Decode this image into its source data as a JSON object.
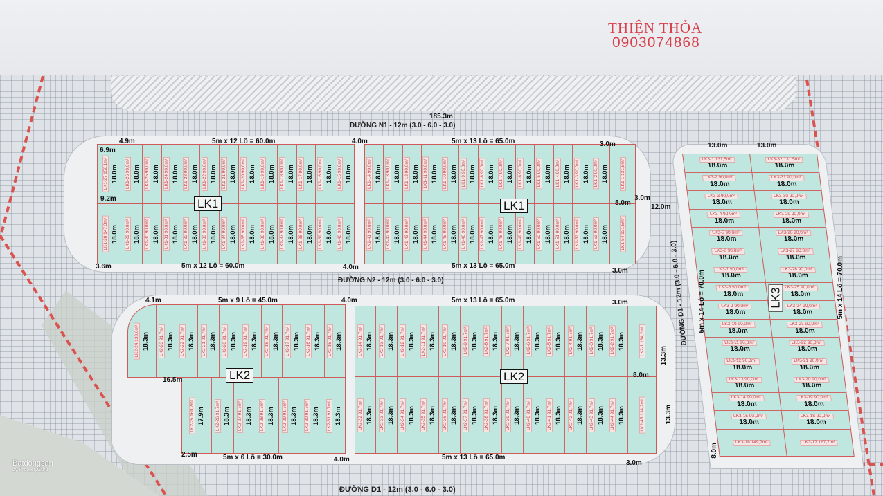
{
  "header": {
    "name": "THIỆN THỎA",
    "phone": "0903074868"
  },
  "roads": {
    "n1": "ĐƯỜNG N1 - 12m (3.0 - 6.0 - 3.0)",
    "n2": "ĐƯỜNG N2 - 12m (3.0 - 6.0 - 3.0)",
    "d1_bottom": "ĐƯỜNG D1 - 12m (3.0 - 6.0 - 3.0)",
    "d1_side": "ĐƯỜNG D1 - 12m (3.0 - 6.0 - 3.0)",
    "top_length": "185.3m"
  },
  "blocks": {
    "lk1": "LK1",
    "lk2": "LK2",
    "lk3": "LK3"
  },
  "dims": {
    "lk1_top_left": "5m x 12 Lô = 60.0m",
    "lk1_top_right": "5m x 13 Lô = 65.0m",
    "lk1_bottom_left": "5m x 12 Lô = 60.0m",
    "lk1_bottom_right": "5m x 13 Lô = 65.0m",
    "lk1_gap_top": "4.0m",
    "lk1_gap_bottom": "4.0m",
    "lk1_4_9": "4.9m",
    "lk1_6_9": "6.9m",
    "lk1_9_2": "9.2m",
    "lk1_3_6": "3.6m",
    "lk1_right_top": "3.0m",
    "lk1_right_bottom": "3.0m",
    "lk1_8_0": "8.0m",
    "lk1_3_0": "3.0m",
    "lk1_12_0": "12.0m",
    "lk2_top_left": "5m x 9 Lô = 45.0m",
    "lk2_top_right": "5m x 13 Lô = 65.0m",
    "lk2_bottom_left": "5m x 6 Lô = 30.0m",
    "lk2_bottom_right": "5m x 13 Lô = 65.0m",
    "lk2_gap_top": "4.0m",
    "lk2_gap_bottom": "4.0m",
    "lk2_4_1": "4.1m",
    "lk2_16_5": "16.5m",
    "lk2_2_5": "2.5m",
    "lk2_right_top": "3.0m",
    "lk2_right_bottom": "3.0m",
    "lk2_8_0": "8.0m",
    "lk2_13_3a": "13.3m",
    "lk2_13_3b": "13.3m",
    "lk3_top_a": "13.0m",
    "lk3_top_b": "13.0m",
    "lk3_left": "5m x 14 Lô = 70.0m",
    "lk3_right": "5m x 14 Lô = 70.0m",
    "lk3_8_0": "8.0m"
  },
  "lk1": {
    "top_left": [
      [
        "LK1-27",
        "156,1m²",
        "18.0m"
      ],
      [
        "LK1-26",
        "90,0m²",
        "18.0m"
      ],
      [
        "LK1-25",
        "90,0m²",
        "18.0m"
      ],
      [
        "LK1-24",
        "90,0m²",
        "18.0m"
      ],
      [
        "LK1-23",
        "90,0m²",
        "18.0m"
      ],
      [
        "LK1-22",
        "90,0m²",
        "18.0m"
      ],
      [
        "LK1-21",
        "90,0m²",
        "18.0m"
      ],
      [
        "LK1-20",
        "90,0m²",
        "18.0m"
      ],
      [
        "LK1-19",
        "90,0m²",
        "18.0m"
      ],
      [
        "LK1-18",
        "90,0m²",
        "18.0m"
      ],
      [
        "LK1-17",
        "90,0m²",
        "18.0m"
      ],
      [
        "LK1-16",
        "90,0m²",
        "18.0m"
      ],
      [
        "LK1-15",
        "90,0m²",
        "18.0m"
      ]
    ],
    "bottom_left": [
      [
        "LK1-28",
        "147,3m²",
        "18.0m"
      ],
      [
        "LK1-29",
        "90,0m²",
        "18.0m"
      ],
      [
        "LK1-30",
        "90,0m²",
        "18.0m"
      ],
      [
        "LK1-31",
        "90,0m²",
        "18.0m"
      ],
      [
        "LK1-32",
        "90,0m²",
        "18.0m"
      ],
      [
        "LK1-33",
        "90,0m²",
        "18.0m"
      ],
      [
        "LK1-34",
        "90,0m²",
        "18.0m"
      ],
      [
        "LK1-35",
        "90,0m²",
        "18.0m"
      ],
      [
        "LK1-36",
        "90,0m²",
        "18.0m"
      ],
      [
        "LK1-37",
        "90,0m²",
        "18.0m"
      ],
      [
        "LK1-38",
        "90,0m²",
        "18.0m"
      ],
      [
        "LK1-39",
        "90,0m²",
        "18.0m"
      ],
      [
        "LK1-40",
        "90,0m²",
        "18.0m"
      ]
    ],
    "top_right": [
      [
        "LK1-14",
        "90,0m²",
        "18.0m"
      ],
      [
        "LK1-13",
        "90,0m²",
        "18.0m"
      ],
      [
        "LK1-12",
        "90,0m²",
        "18.0m"
      ],
      [
        "LK1-11",
        "90,0m²",
        "18.0m"
      ],
      [
        "LK1-10",
        "90,0m²",
        "18.0m"
      ],
      [
        "LK1-9",
        "90,0m²",
        "18.0m"
      ],
      [
        "LK1-8",
        "90,0m²",
        "18.0m"
      ],
      [
        "LK1-7",
        "90,0m²",
        "18.0m"
      ],
      [
        "LK1-6",
        "90,0m²",
        "18.0m"
      ],
      [
        "LK1-5",
        "90,0m²",
        "18.0m"
      ],
      [
        "LK1-4",
        "90,0m²",
        "18.0m"
      ],
      [
        "LK1-3",
        "90,0m²",
        "18.0m"
      ],
      [
        "LK1-2",
        "90,0m²",
        "18.0m"
      ],
      [
        "LK1-1",
        "131,5m²",
        ""
      ]
    ],
    "bottom_right": [
      [
        "LK1-41",
        "90,0m²",
        "18.0m"
      ],
      [
        "LK1-42",
        "90,0m²",
        "18.0m"
      ],
      [
        "LK1-43",
        "90,0m²",
        "18.0m"
      ],
      [
        "LK1-44",
        "90,0m²",
        "18.0m"
      ],
      [
        "LK1-45",
        "90,0m²",
        "18.0m"
      ],
      [
        "LK1-46",
        "90,0m²",
        "18.0m"
      ],
      [
        "LK1-47",
        "90,0m²",
        "18.0m"
      ],
      [
        "LK1-48",
        "90,0m²",
        "18.0m"
      ],
      [
        "LK1-49",
        "90,0m²",
        "18.0m"
      ],
      [
        "LK1-50",
        "90,0m²",
        "18.0m"
      ],
      [
        "LK1-51",
        "90,0m²",
        "18.0m"
      ],
      [
        "LK1-52",
        "90,0m²",
        "18.0m"
      ],
      [
        "LK1-53",
        "90,0m²",
        "18.0m"
      ],
      [
        "LK1-54",
        "131,5m²",
        ""
      ]
    ]
  },
  "lk2": {
    "top_left": [
      [
        "LK2-24",
        "133,6m²",
        "18.3m"
      ],
      [
        "LK2-23",
        "91,7m²",
        "18.3m"
      ],
      [
        "LK2-22",
        "91,7m²",
        "18.3m"
      ],
      [
        "LK2-21",
        "91,7m²",
        "18.3m"
      ],
      [
        "LK2-20",
        "91,7m²",
        "18.3m"
      ],
      [
        "LK2-19",
        "91,7m²",
        "18.3m"
      ],
      [
        "LK2-18",
        "91,7m²",
        "18.3m"
      ],
      [
        "LK2-17",
        "91,7m²",
        "18.3m"
      ],
      [
        "LK2-16",
        "91,7m²",
        "18.3m"
      ],
      [
        "LK2-15",
        "91,7m²",
        "18.3m"
      ]
    ],
    "bottom_left": [
      [
        "LK2-25",
        "160,2m²",
        "17.9m"
      ],
      [
        "LK2-26",
        "91,7m²",
        "18.3m"
      ],
      [
        "LK2-27",
        "91,7m²",
        "18.3m"
      ],
      [
        "LK2-28",
        "91,7m²",
        "18.3m"
      ],
      [
        "LK2-29",
        "91,7m²",
        "18.3m"
      ],
      [
        "LK2-30",
        "91,7m²",
        "18.3m"
      ],
      [
        "LK2-31",
        "91,7m²",
        "18.3m"
      ]
    ],
    "top_right": [
      [
        "LK2-14",
        "91,7m²",
        "18.3m"
      ],
      [
        "LK2-13",
        "91,7m²",
        "18.3m"
      ],
      [
        "LK2-12",
        "91,7m²",
        "18.3m"
      ],
      [
        "LK2-11",
        "91,7m²",
        "18.3m"
      ],
      [
        "LK2-10",
        "91,7m²",
        "18.3m"
      ],
      [
        "LK2-9",
        "91,7m²",
        "18.3m"
      ],
      [
        "LK2-8",
        "91,7m²",
        "18.3m"
      ],
      [
        "LK2-7",
        "91,7m²",
        "18.3m"
      ],
      [
        "LK2-6",
        "91,7m²",
        "18.3m"
      ],
      [
        "LK2-5",
        "91,7m²",
        "18.3m"
      ],
      [
        "LK2-4",
        "91,7m²",
        "18.3m"
      ],
      [
        "LK2-3",
        "91,7m²",
        "18.3m"
      ],
      [
        "LK2-2",
        "91,7m²",
        "18.3m"
      ],
      [
        "LK2-1",
        "134,2m²",
        ""
      ]
    ],
    "bottom_right": [
      [
        "LK2-32",
        "91,7m²",
        "18.3m"
      ],
      [
        "LK2-33",
        "91,7m²",
        "18.3m"
      ],
      [
        "LK2-34",
        "91,7m²",
        "18.3m"
      ],
      [
        "LK2-35",
        "91,7m²",
        "18.3m"
      ],
      [
        "LK2-36",
        "91,7m²",
        "18.3m"
      ],
      [
        "LK2-37",
        "91,7m²",
        "18.3m"
      ],
      [
        "LK2-38",
        "91,7m²",
        "18.3m"
      ],
      [
        "LK2-39",
        "91,7m²",
        "18.3m"
      ],
      [
        "LK2-40",
        "91,7m²",
        "18.3m"
      ],
      [
        "LK2-41",
        "91,7m²",
        "18.3m"
      ],
      [
        "LK2-42",
        "91,7m²",
        "18.3m"
      ],
      [
        "LK2-43",
        "91,7m²",
        "18.3m"
      ],
      [
        "LK2-44",
        "91,7m²",
        "18.3m"
      ],
      [
        "LK2-45",
        "134,2m²",
        ""
      ]
    ]
  },
  "lk3": {
    "left": [
      [
        "LK3-1",
        "131,5m²",
        "18.0m"
      ],
      [
        "LK3-2",
        "90,0m²",
        "18.0m"
      ],
      [
        "LK3-3",
        "90,0m²",
        "18.0m"
      ],
      [
        "LK3-4",
        "90,0m²",
        "18.0m"
      ],
      [
        "LK3-5",
        "90,0m²",
        "18.0m"
      ],
      [
        "LK3-6",
        "90,0m²",
        "18.0m"
      ],
      [
        "LK3-7",
        "90,0m²",
        "18.0m"
      ],
      [
        "LK3-8",
        "90,0m²",
        "18.0m"
      ],
      [
        "LK3-9",
        "90,0m²",
        "18.0m"
      ],
      [
        "LK3-10",
        "90,0m²",
        "18.0m"
      ],
      [
        "LK3-11",
        "90,0m²",
        "18.0m"
      ],
      [
        "LK3-12",
        "90,0m²",
        "18.0m"
      ],
      [
        "LK3-13",
        "90,0m²",
        "18.0m"
      ],
      [
        "LK3-14",
        "90,0m²",
        "18.0m"
      ],
      [
        "LK3-15",
        "90,0m²",
        "18.0m"
      ],
      [
        "LK3-16",
        "149,7m²",
        ""
      ]
    ],
    "right": [
      [
        "LK3-32",
        "131,5m²",
        "18.0m"
      ],
      [
        "LK3-31",
        "90,0m²",
        "18.0m"
      ],
      [
        "LK3-30",
        "90,0m²",
        "18.0m"
      ],
      [
        "LK3-29",
        "90,0m²",
        "18.0m"
      ],
      [
        "LK3-28",
        "90,0m²",
        "18.0m"
      ],
      [
        "LK3-27",
        "90,0m²",
        "18.0m"
      ],
      [
        "LK3-26",
        "90,0m²",
        "18.0m"
      ],
      [
        "LK3-25",
        "90,0m²",
        "18.0m"
      ],
      [
        "LK3-24",
        "90,0m²",
        "18.0m"
      ],
      [
        "LK3-23",
        "90,0m²",
        "18.0m"
      ],
      [
        "LK3-22",
        "90,0m²",
        "18.0m"
      ],
      [
        "LK3-21",
        "90,0m²",
        "18.0m"
      ],
      [
        "LK3-20",
        "90,0m²",
        "18.0m"
      ],
      [
        "LK3-19",
        "90,0m²",
        "18.0m"
      ],
      [
        "LK3-18",
        "90,0m²",
        "18.0m"
      ],
      [
        "LK3-17",
        "167,7m²",
        ""
      ]
    ]
  },
  "watermark": {
    "brand": "Batdongsan",
    "sub": "by PropertyGuru"
  },
  "colors": {
    "lot_fill": "#bfe6df",
    "lot_line": "#cf5a5a",
    "header_red": "#d8404c"
  }
}
